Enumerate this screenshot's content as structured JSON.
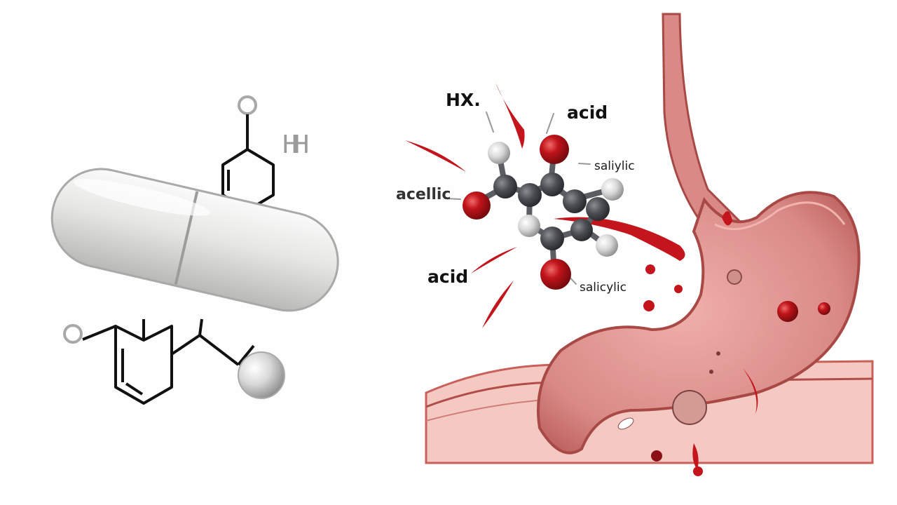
{
  "labels": {
    "hx": "HX.",
    "acid_top": "acid",
    "saliylic": "saliylic",
    "acellic": "acellic",
    "acid_bottom": "acid",
    "salicylic": "salicylic",
    "hh": "HH"
  },
  "colors": {
    "capsule": "#e4e4e2",
    "bond": "#111111",
    "oxygen": "#c0141a",
    "carbon": "#4a4d52",
    "hydrogen": "#d8d8d8",
    "stomach": "#d98a87",
    "stomach_lining": "#c9605c",
    "tissue": "#f3c9c2",
    "blood": "#c4141c"
  }
}
